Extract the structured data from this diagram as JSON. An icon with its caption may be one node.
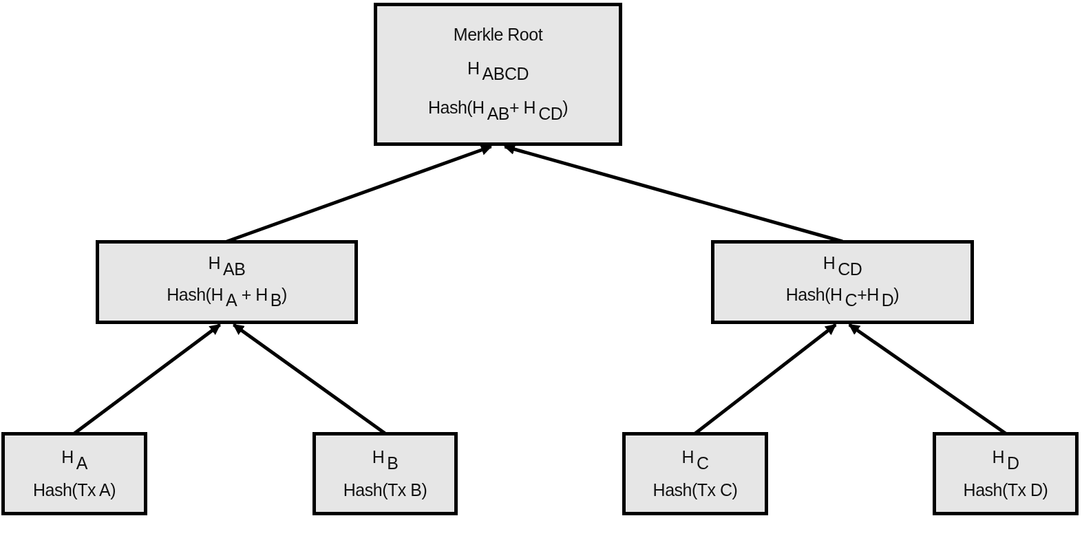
{
  "diagram": {
    "nodes": [
      {
        "text": [
          "Merkle Root",
          "H$_{ABCD}$",
          "Hash(H$_{AB}$+ H$_{CD}$)"
        ]
      },
      {
        "text": [
          "H$_{AB}$",
          "Hash(H$_{A}$ + H$_{B}$)"
        ]
      },
      {
        "text": [
          "H$_{CD}$",
          "Hash(H$_{C}$+H$_{D}$)"
        ]
      },
      {
        "text": [
          "H$_{A}$",
          "Hash(Tx A)"
        ]
      },
      {
        "text": [
          "H$_{B}$",
          "Hash(Tx B)"
        ]
      },
      {
        "text": [
          "H$_{C}$",
          "Hash(Tx C)"
        ]
      },
      {
        "text": [
          "H$_{D}$",
          "Hash(Tx D)"
        ]
      }
    ],
    "edges": [
      {
        "from": 1,
        "to": 0,
        "arrow": "to"
      },
      {
        "from": 2,
        "to": 0,
        "arrow": "to"
      },
      {
        "from": 3,
        "to": 1,
        "arrow": "to"
      },
      {
        "from": 4,
        "to": 1,
        "arrow": "to"
      },
      {
        "from": 5,
        "to": 2,
        "arrow": "to"
      },
      {
        "from": 6,
        "to": 2,
        "arrow": "to"
      }
    ]
  }
}
